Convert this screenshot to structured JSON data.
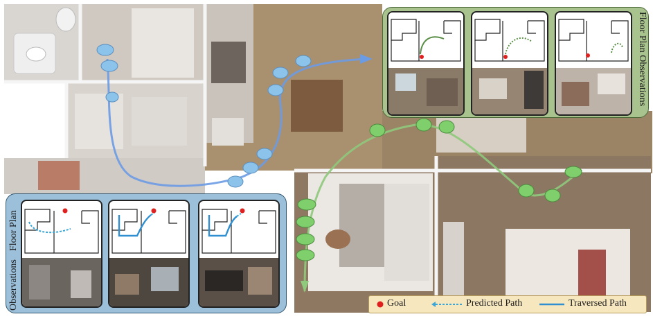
{
  "figure": {
    "top_panel_label": "Floor Plan Observations",
    "bottom_panel_label_floor": "Floor Plan",
    "bottom_panel_label_obs": "Observations"
  },
  "legend": {
    "goal_label": "Goal",
    "predicted_label": "Predicted  Path",
    "traversed_label": "Traversed  Path",
    "goal_color": "#e0201e",
    "predicted_color": "#3aa6d8",
    "traversed_color": "#2f8fd0"
  },
  "colors": {
    "green_panel": "#a9c38f",
    "blue_panel": "#9cc0da",
    "agent_blue": "#8cc3ea",
    "agent_green": "#7fcf6d",
    "path_blue": "#6b9be3",
    "path_green": "#8fc97c"
  }
}
